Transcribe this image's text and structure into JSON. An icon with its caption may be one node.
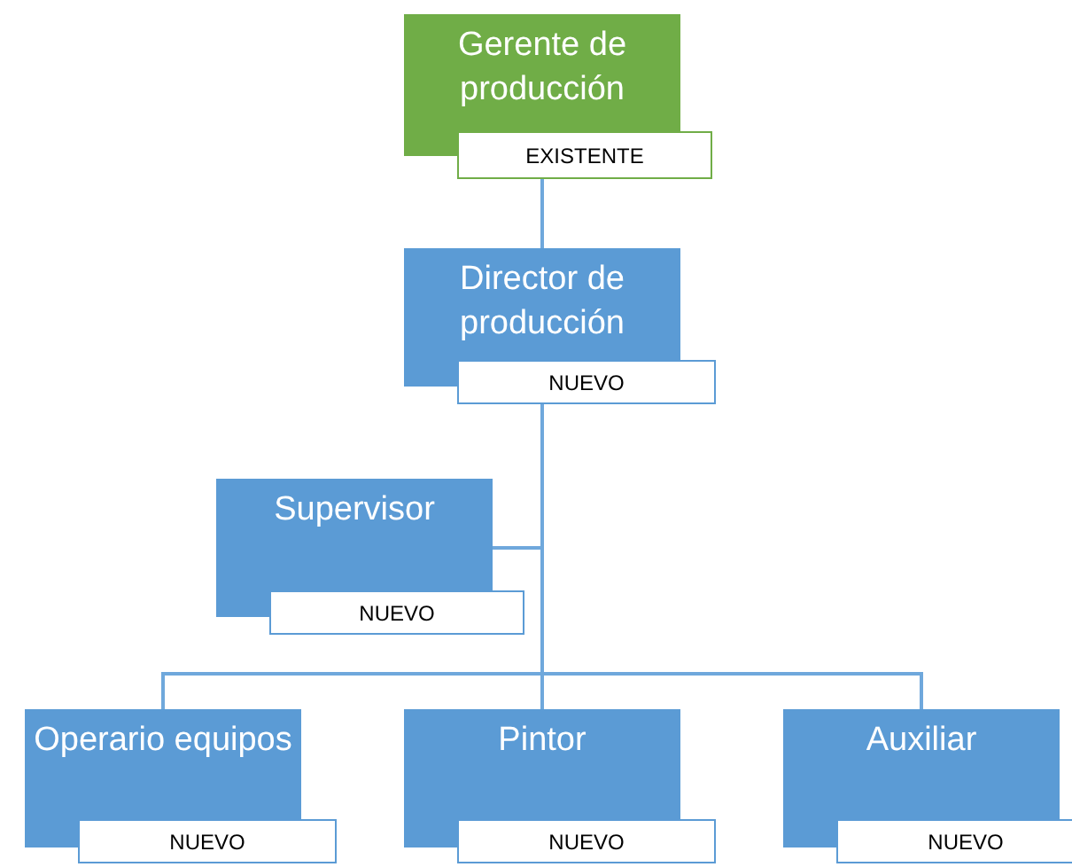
{
  "diagram": {
    "nodes": [
      {
        "text": [
          "Gerente de producción",
          "EXISTENTE"
        ]
      },
      {
        "text": [
          "Director de producción",
          "NUEVO"
        ]
      },
      {
        "text": [
          "Supervisor",
          "NUEVO"
        ]
      },
      {
        "text": [
          "Operario equipos",
          "NUEVO"
        ]
      },
      {
        "text": [
          "Pintor",
          "NUEVO"
        ]
      },
      {
        "text": [
          "Auxiliar",
          "NUEVO"
        ]
      }
    ],
    "edges": [
      {
        "from": 0,
        "to": 1,
        "arrow": "none"
      },
      {
        "from": 1,
        "to": 2,
        "arrow": "none"
      },
      {
        "from": 1,
        "to": 3,
        "arrow": "none"
      },
      {
        "from": 1,
        "to": 4,
        "arrow": "none"
      },
      {
        "from": 1,
        "to": 5,
        "arrow": "none"
      }
    ]
  }
}
